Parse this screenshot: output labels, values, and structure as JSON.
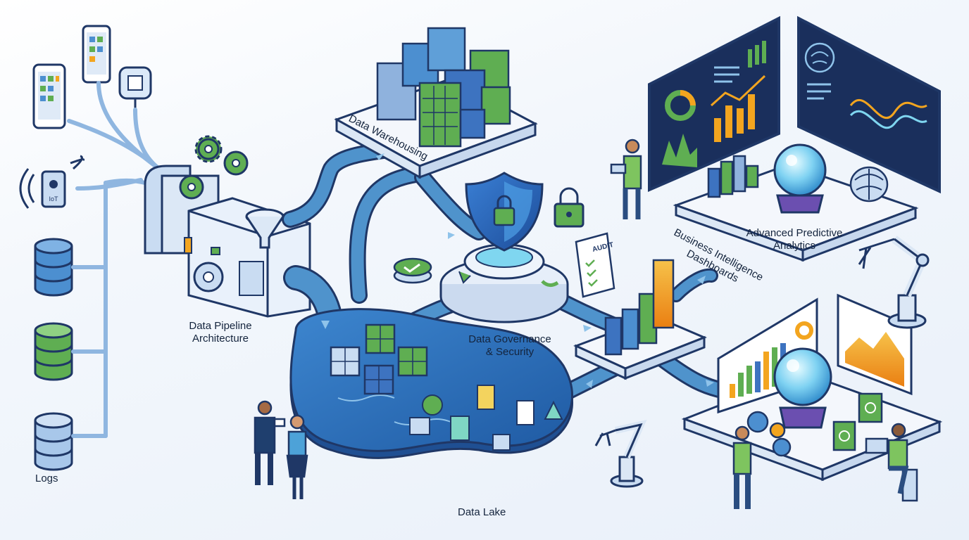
{
  "labels": {
    "logs": "Logs",
    "pipeline": [
      "Data Pipeline",
      "Architecture"
    ],
    "warehouse": "Data Warehousing",
    "governance": [
      "Data Governance",
      "& Security"
    ],
    "lake": "Data Lake",
    "bi": [
      "Business Intelligence",
      "Dashboards"
    ],
    "predictive": [
      "Advanced Predictive",
      "Analytics"
    ],
    "audit": "AUDIT",
    "iot": "IoT"
  },
  "colors": {
    "outline": "#1f3766",
    "pipe": "#4f93cc",
    "pipe_light": "#8fc3ea",
    "green": "#5fae52",
    "blue": "#4c8fd0",
    "lake": "#2f6fb8",
    "orange": "#f3a51f",
    "screen": "#1a2f5c",
    "platform": "#f4f7fc"
  },
  "icons": [
    "tablet-icon",
    "phone-icon",
    "chip-icon",
    "iot-sensor-icon",
    "database-icon",
    "gear-icon",
    "funnel-icon",
    "shield-lock-icon",
    "padlock-icon",
    "audit-checklist-icon",
    "crystal-ball-icon",
    "brain-icon",
    "robot-arm-icon",
    "bar-chart-icon",
    "person-icon"
  ]
}
